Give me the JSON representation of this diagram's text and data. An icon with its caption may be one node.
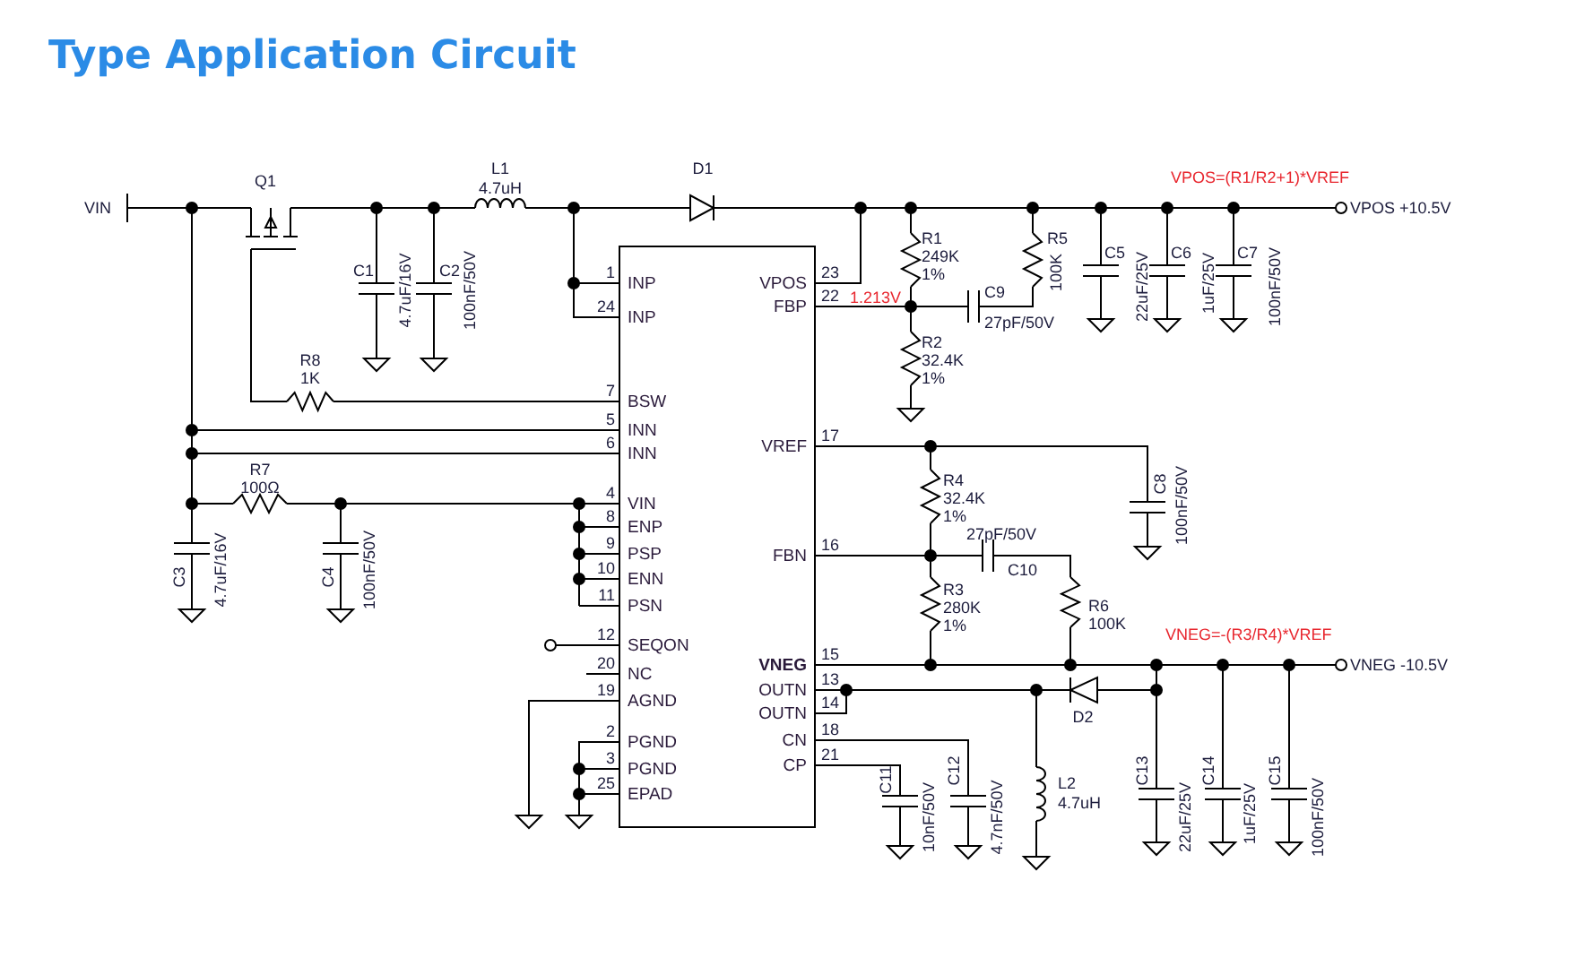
{
  "diagram": {
    "title": "Type Application Circuit",
    "nodes": [
      {
        "text": [
          "INP",
          "INP",
          "BSW",
          "INN",
          "INN",
          "VIN",
          "ENP",
          "PSP",
          "ENN",
          "PSN",
          "SEQON",
          "NC",
          "AGND",
          "PGND",
          "PGND",
          "EPAD",
          "VPOS",
          "FBP",
          "VREF",
          "FBN",
          "VNEG",
          "OUTN",
          "OUTN",
          "CN",
          "CP"
        ]
      }
    ],
    "labels": [
      "VIN",
      "Q1",
      "L1",
      "4.7uH",
      "D1",
      "VPOS=(R1/R2+1)*VREF",
      "VPOS +10.5V",
      "C1",
      "4.7uF/16V",
      "C2",
      "100nF/50V",
      "R1",
      "249K",
      "1%",
      "R5",
      "100K",
      "C5",
      "22uF/25V",
      "C6",
      "1uF/25V",
      "C7",
      "100nF/50V",
      "1.213V",
      "C9",
      "27pF/50V",
      "R2",
      "32.4K",
      "1%",
      "R8",
      "1K",
      "R7",
      "100Ω",
      "C3",
      "4.7uF/16V",
      "C4",
      "100nF/50V",
      "R4",
      "32.4K",
      "1%",
      "C8",
      "100nF/50V",
      "27pF/50V",
      "C10",
      "R3",
      "280K",
      "1%",
      "R6",
      "100K",
      "VNEG=-(R3/R4)*VREF",
      "VNEG -10.5V",
      "D2",
      "C11",
      "10nF/50V",
      "C12",
      "4.7nF/50V",
      "L2",
      "4.7uH",
      "C13",
      "22uF/25V",
      "C14",
      "1uF/25V",
      "C15",
      "100nF/50V",
      "1",
      "24",
      "7",
      "5",
      "6",
      "4",
      "8",
      "9",
      "10",
      "11",
      "12",
      "20",
      "19",
      "2",
      "3",
      "25",
      "23",
      "22",
      "17",
      "16",
      "15",
      "13",
      "14",
      "18",
      "21"
    ]
  }
}
